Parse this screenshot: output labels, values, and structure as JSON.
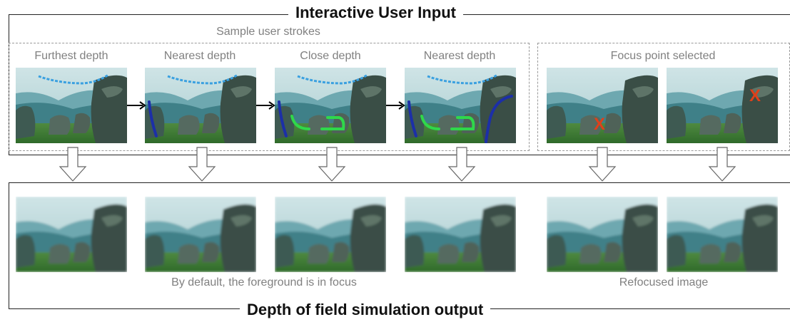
{
  "top_title": "Interactive User Input",
  "bottom_title": "Depth of field simulation output",
  "sample_caption": "Sample user strokes",
  "stroke_labels": [
    "Furthest depth",
    "Nearest depth",
    "Close depth",
    "Nearest depth"
  ],
  "focus_label": "Focus point selected",
  "default_caption": "By default, the foreground is in focus",
  "refocused_caption": "Refocused image",
  "focus_mark": "X",
  "colors": {
    "far_stroke": "#3aa0e0",
    "near_stroke": "#1c2fa8",
    "close_stroke": "#2fd84a",
    "focus_mark": "#e0401a"
  }
}
